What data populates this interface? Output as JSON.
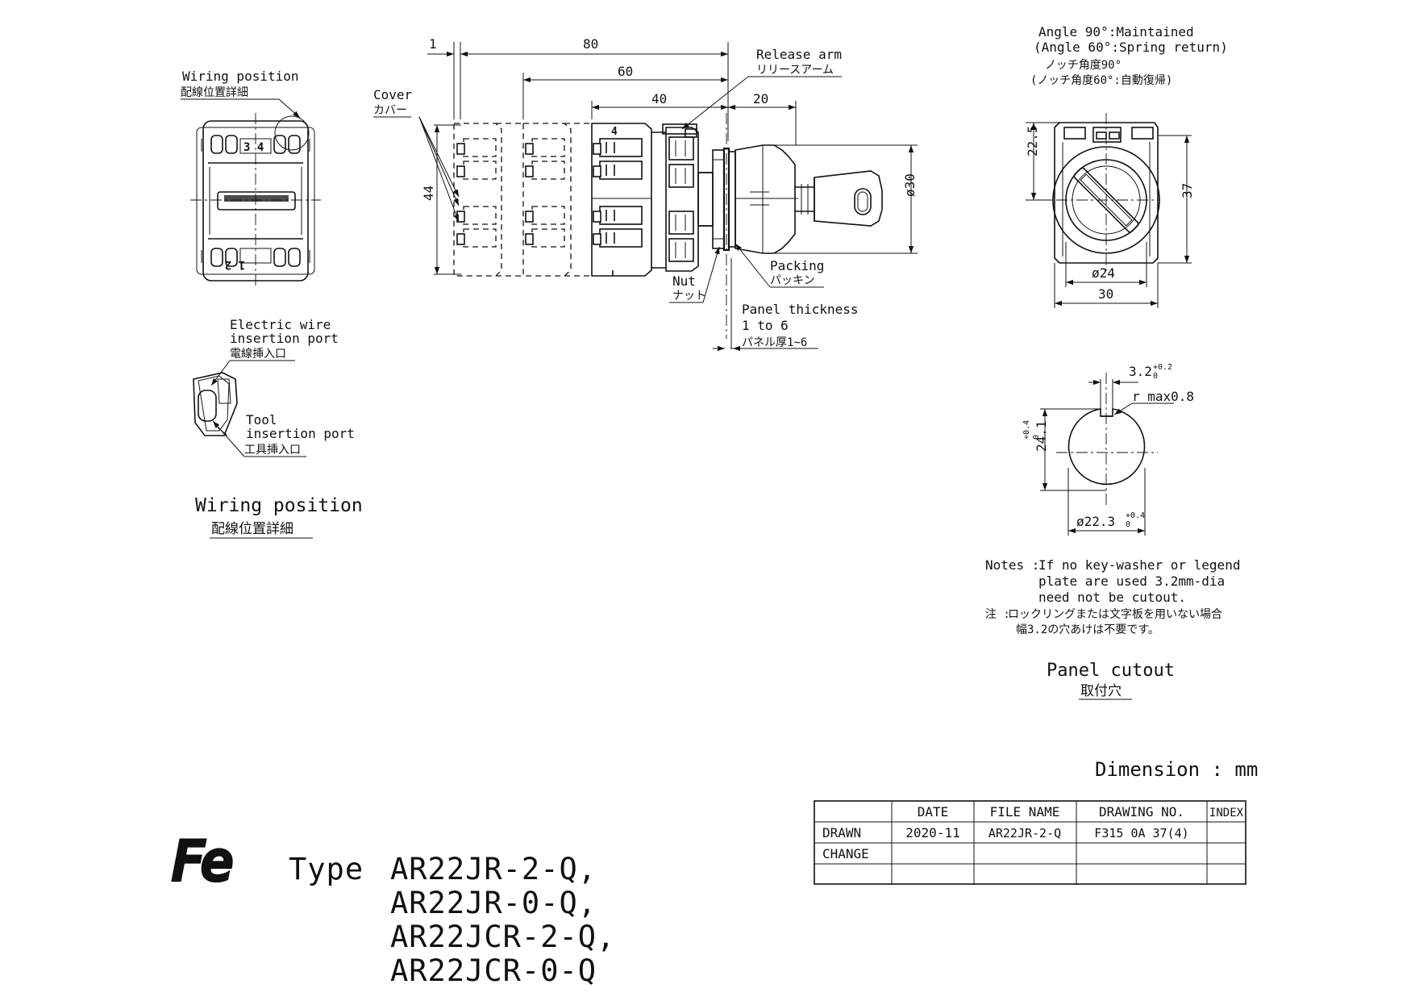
{
  "wiring": {
    "title_en": "Wiring position",
    "title_jp": "配線位置詳細",
    "terminals_top": "3 4",
    "terminals_bottom": "1 2",
    "wire_port_en1": "Electric wire",
    "wire_port_en2": "insertion port",
    "wire_port_jp": "電線挿入口",
    "tool_port_en1": "Tool",
    "tool_port_en2": "insertion port",
    "tool_port_jp": "工具挿入口",
    "caption_en": "Wiring position",
    "caption_jp": "配線位置詳細"
  },
  "side_view": {
    "dim_1": "1",
    "dim_80": "80",
    "dim_60": "60",
    "dim_40": "40",
    "dim_20": "20",
    "dim_44": "44",
    "dim_d30": "ø30",
    "block_mark": "4",
    "cover_en": "Cover",
    "cover_jp": "カバー",
    "release_en": "Release arm",
    "release_jp": "リリースアーム",
    "packing_en": "Packing",
    "packing_jp": "パッキン",
    "nut_en": "Nut",
    "nut_jp": "ナット",
    "panel_en1": "Panel thickness",
    "panel_en2": "1 to 6",
    "panel_jp": "パネル厚1~6"
  },
  "front_view": {
    "angle_en1": "Angle 90°:Maintained",
    "angle_en2": "(Angle 60°:Spring return)",
    "angle_jp1": "ノッチ角度90°",
    "angle_jp2": "(ノッチ角度60°:自動復帰)",
    "dim_22_5": "22.5",
    "dim_37": "37",
    "dim_d24": "ø24",
    "dim_30": "30"
  },
  "cutout": {
    "slot_width": "3.2",
    "slot_tol": "+0.2",
    "slot_tol_low": "0",
    "radius": "r max0.8",
    "height": "24.1",
    "height_tol": "+0.4",
    "height_tol_low": "0",
    "diameter": "ø22.3",
    "dia_tol": "+0.4",
    "dia_tol_low": "0",
    "notes_label": "Notes :",
    "notes_en1": "If no key-washer or legend",
    "notes_en2": "plate are used 3.2mm-dia",
    "notes_en3": "need not be cutout.",
    "notes_jp_label": "注 :",
    "notes_jp1": "ロックリングまたは文字板を用いない場合",
    "notes_jp2": "幅3.2の穴あけは不要です。",
    "caption_en": "Panel cutout",
    "caption_jp": "取付穴"
  },
  "dimension_unit": "Dimension : mm",
  "title_block": {
    "headers": [
      "",
      "DATE",
      "FILE NAME",
      "DRAWING NO.",
      "INDEX"
    ],
    "rows": [
      [
        "DRAWN",
        "2020-11",
        "AR22JR-2-Q",
        "F315 0A 37(4)",
        ""
      ],
      [
        "CHANGE",
        "",
        "",
        "",
        ""
      ],
      [
        "",
        "",
        "",
        "",
        ""
      ]
    ]
  },
  "logo": "Fe",
  "type_label": "Type",
  "models": [
    "AR22JR-2-Q,",
    "AR22JR-0-Q,",
    "AR22JCR-2-Q,",
    "AR22JCR-0-Q"
  ]
}
